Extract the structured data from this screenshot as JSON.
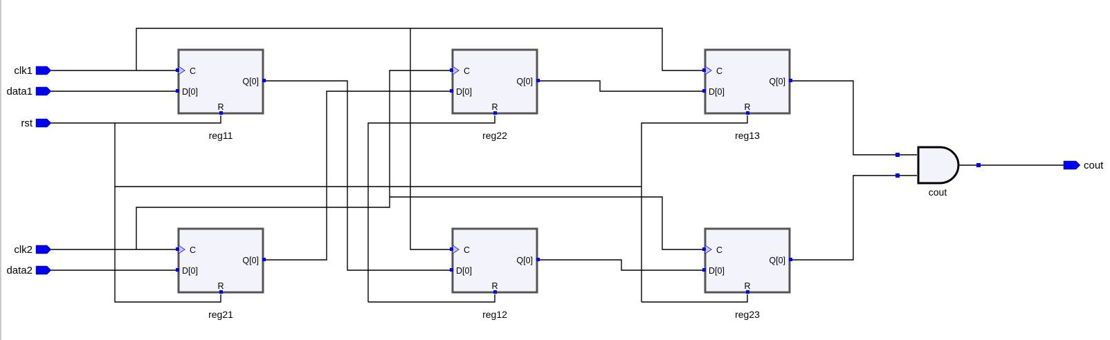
{
  "inputs": [
    {
      "id": "clk1",
      "label": "clk1"
    },
    {
      "id": "data1",
      "label": "data1"
    },
    {
      "id": "rst",
      "label": "rst"
    },
    {
      "id": "clk2",
      "label": "clk2"
    },
    {
      "id": "data2",
      "label": "data2"
    }
  ],
  "output": {
    "id": "cout",
    "label": "cout"
  },
  "registers": [
    {
      "id": "reg11",
      "label": "reg11",
      "pins": {
        "clock": "C",
        "data": "D[0]",
        "reset": "R",
        "output": "Q[0]"
      }
    },
    {
      "id": "reg22",
      "label": "reg22",
      "pins": {
        "clock": "C",
        "data": "D[0]",
        "reset": "R",
        "output": "Q[0]"
      }
    },
    {
      "id": "reg13",
      "label": "reg13",
      "pins": {
        "clock": "C",
        "data": "D[0]",
        "reset": "R",
        "output": "Q[0]"
      }
    },
    {
      "id": "reg21",
      "label": "reg21",
      "pins": {
        "clock": "C",
        "data": "D[0]",
        "reset": "R",
        "output": "Q[0]"
      }
    },
    {
      "id": "reg12",
      "label": "reg12",
      "pins": {
        "clock": "C",
        "data": "D[0]",
        "reset": "R",
        "output": "Q[0]"
      }
    },
    {
      "id": "reg23",
      "label": "reg23",
      "pins": {
        "clock": "C",
        "data": "D[0]",
        "reset": "R",
        "output": "Q[0]"
      }
    }
  ],
  "gate": {
    "id": "cout_and",
    "label": "cout"
  }
}
